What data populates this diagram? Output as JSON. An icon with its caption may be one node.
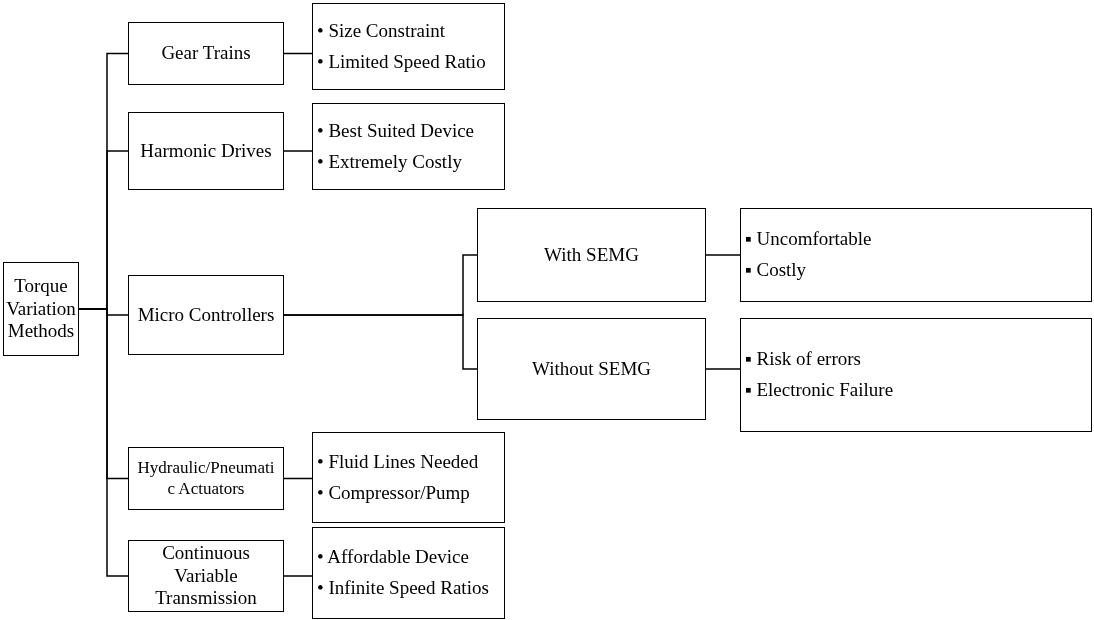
{
  "diagram": {
    "nodes": [
      {
        "text": [
          "Torque Variation Methods"
        ]
      },
      {
        "text": [
          "Gear Trains"
        ]
      },
      {
        "text": [
          "• Size Constraint",
          "• Limited Speed Ratio"
        ]
      },
      {
        "text": [
          "Harmonic Drives"
        ]
      },
      {
        "text": [
          "• Best Suited Device",
          "• Extremely Costly"
        ]
      },
      {
        "text": [
          "Micro Controllers"
        ]
      },
      {
        "text": [
          "With SEMG"
        ]
      },
      {
        "text": [
          "▪ Uncomfortable",
          "▪ Costly"
        ]
      },
      {
        "text": [
          "Without SEMG"
        ]
      },
      {
        "text": [
          "▪ Risk of errors",
          "▪ Electronic Failure"
        ]
      },
      {
        "text": [
          "Hydraulic/Pneumati c Actuators"
        ]
      },
      {
        "text": [
          "• Fluid Lines Needed",
          "• Compressor/Pump"
        ]
      },
      {
        "text": [
          "Continuous Variable Transmission"
        ]
      },
      {
        "text": [
          "• Affordable Device",
          "• Infinite Speed Ratios"
        ]
      }
    ],
    "edges": [
      {
        "from": 0,
        "to": 1,
        "arrow": "none"
      },
      {
        "from": 0,
        "to": 3,
        "arrow": "none"
      },
      {
        "from": 0,
        "to": 5,
        "arrow": "none"
      },
      {
        "from": 0,
        "to": 10,
        "arrow": "none"
      },
      {
        "from": 0,
        "to": 12,
        "arrow": "none"
      },
      {
        "from": 1,
        "to": 2,
        "arrow": "none"
      },
      {
        "from": 3,
        "to": 4,
        "arrow": "none"
      },
      {
        "from": 5,
        "to": 6,
        "arrow": "none"
      },
      {
        "from": 5,
        "to": 8,
        "arrow": "none"
      },
      {
        "from": 6,
        "to": 7,
        "arrow": "none"
      },
      {
        "from": 8,
        "to": 9,
        "arrow": "none"
      },
      {
        "from": 10,
        "to": 11,
        "arrow": "none"
      },
      {
        "from": 12,
        "to": 13,
        "arrow": "none"
      }
    ]
  }
}
